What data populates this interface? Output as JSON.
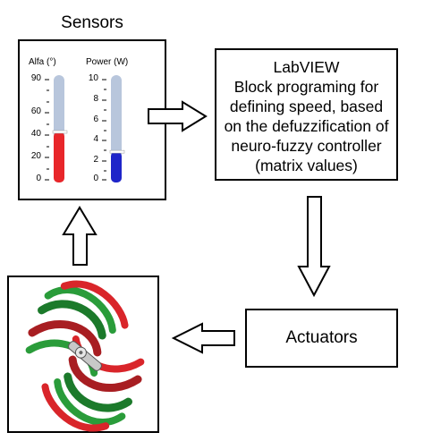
{
  "sensors": {
    "title": "Sensors",
    "alfa": {
      "label": "Alfa (°)",
      "ticks": [
        "90",
        "60",
        "40",
        "20",
        "0"
      ],
      "max": 90,
      "value": 43,
      "fill_color": "#e8262a"
    },
    "power": {
      "label": "Power (W)",
      "ticks": [
        "10",
        "8",
        "6",
        "4",
        "2",
        "0"
      ],
      "max": 10,
      "value": 2.8,
      "fill_color": "#1f25c9"
    },
    "track_color": "#b8c6dc"
  },
  "labview": {
    "lines": [
      "LabVIEW",
      "Block programing for",
      "defining speed, based",
      "on the defuzzification of",
      "neuro-fuzzy controller",
      "(matrix values)"
    ]
  },
  "actuators": {
    "label": "Actuators"
  },
  "device": {
    "icon": "helical-turbine-icon",
    "colors": [
      "#d9252a",
      "#2a9c3a"
    ]
  }
}
